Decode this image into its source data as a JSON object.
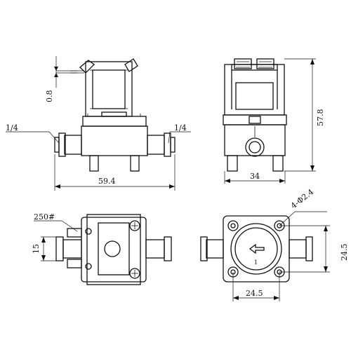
{
  "drawing": {
    "dimensions": {
      "wire_thickness": "0.8",
      "port_left": "1/4",
      "port_right": "1/4",
      "overall_length": "59.4",
      "width": "34",
      "height": "57.8",
      "hole_spec": "4-Φ2.4",
      "mesh": "250#",
      "inlet_height": "15",
      "hole_pitch_x": "24.5",
      "hole_pitch_y": "24.5"
    },
    "flow_mark": "1"
  }
}
